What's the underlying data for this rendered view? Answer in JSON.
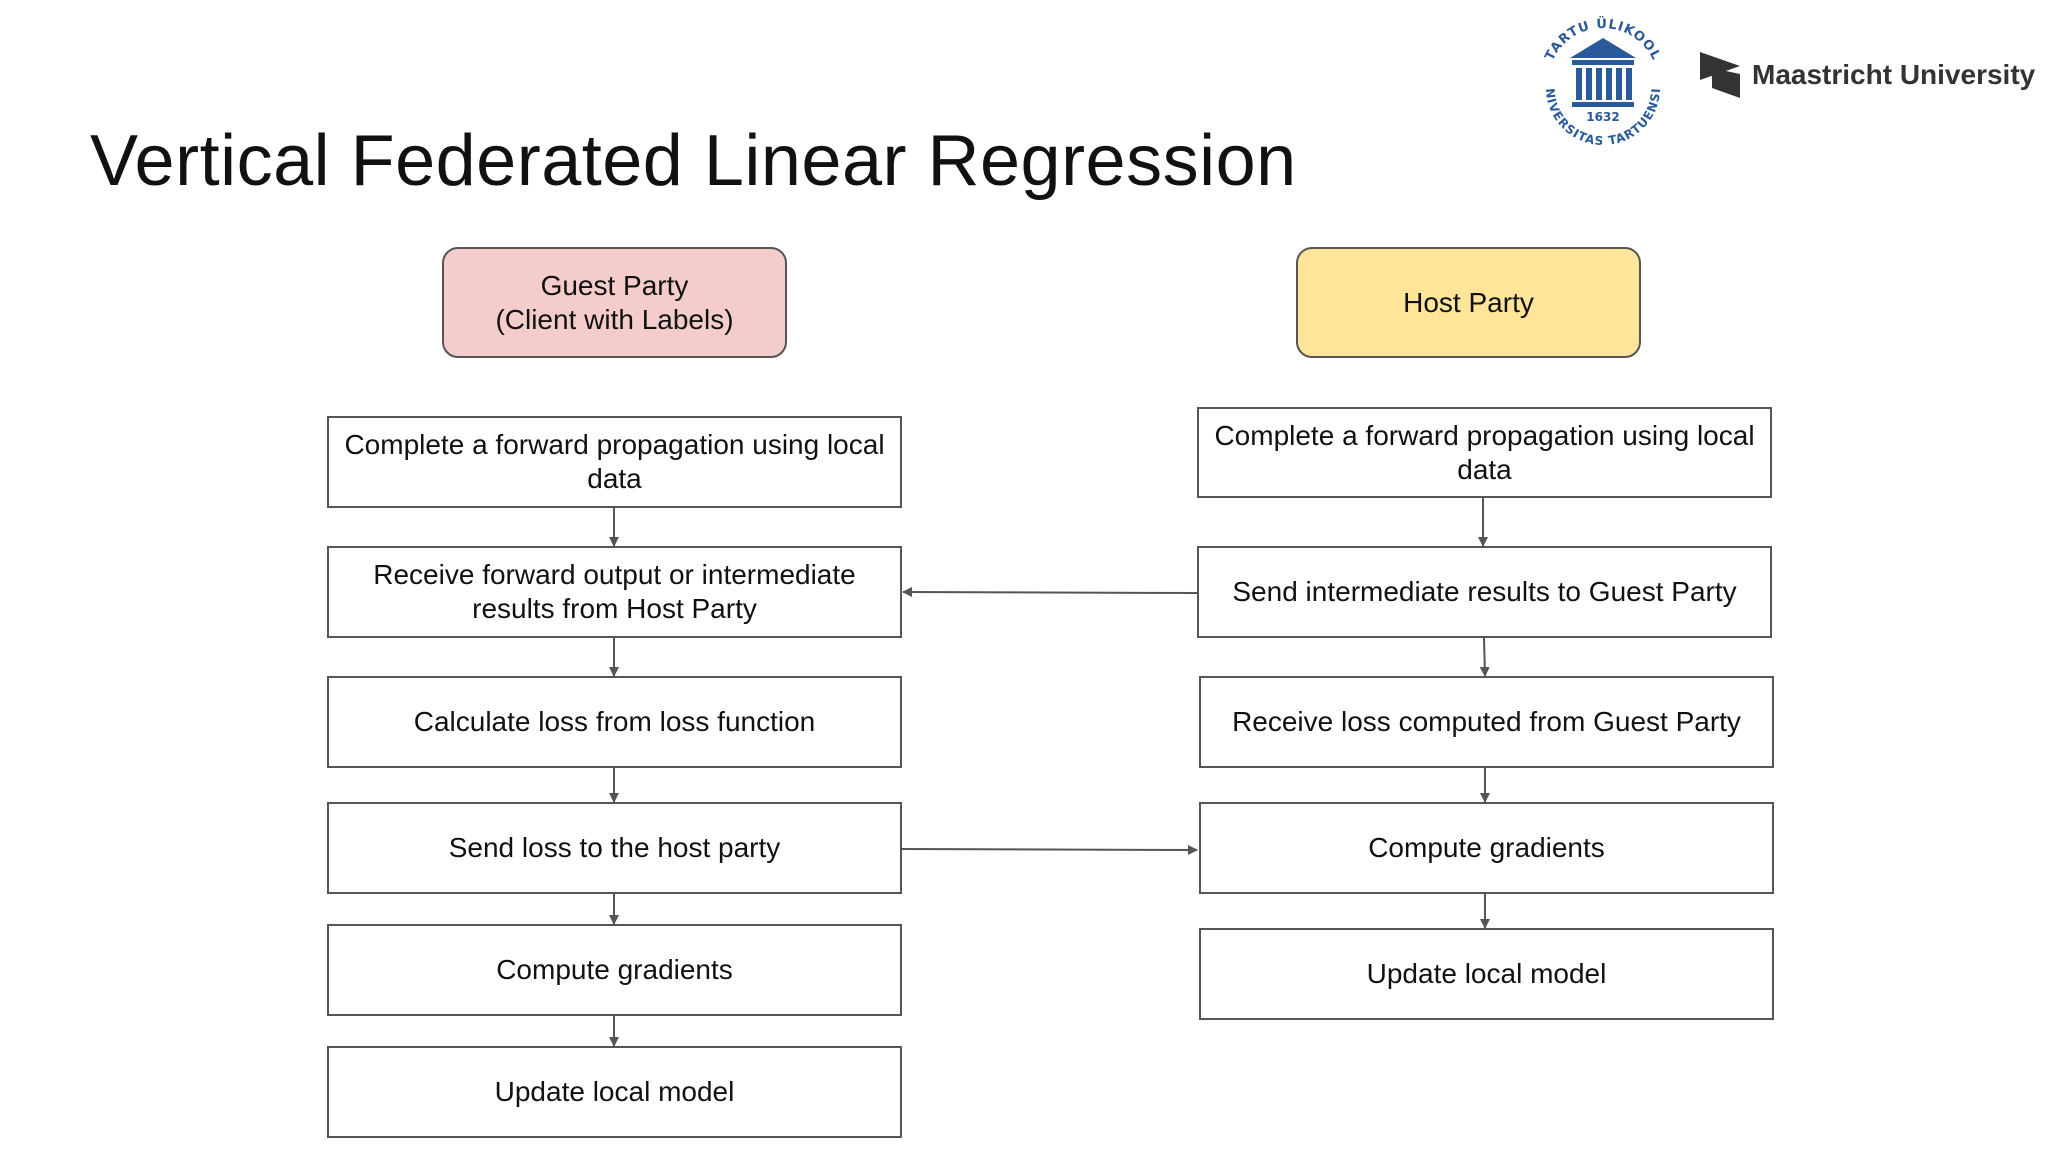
{
  "title": "Vertical Federated Linear Regression",
  "logos": {
    "tartu": "TARTU ÜLIKOOL · UNIVERSITAS TARTUENSIS · 1632",
    "maastricht": "Maastricht University"
  },
  "guest": {
    "header": "Guest Party\n(Client with Labels)",
    "steps": [
      "Complete a forward propagation using local data",
      "Receive forward output or intermediate results from Host Party",
      "Calculate loss from loss function",
      "Send loss to the host party",
      "Compute gradients",
      "Update local model"
    ]
  },
  "host": {
    "header": "Host Party",
    "steps": [
      "Complete a forward propagation using local data",
      "Send intermediate results to Guest Party",
      "Receive loss computed from Guest Party",
      "Compute gradients",
      "Update local model"
    ]
  },
  "colors": {
    "guest_header": "#f4cccc",
    "host_header": "#ffe599",
    "border": "#555555",
    "arrow": "#555555"
  }
}
